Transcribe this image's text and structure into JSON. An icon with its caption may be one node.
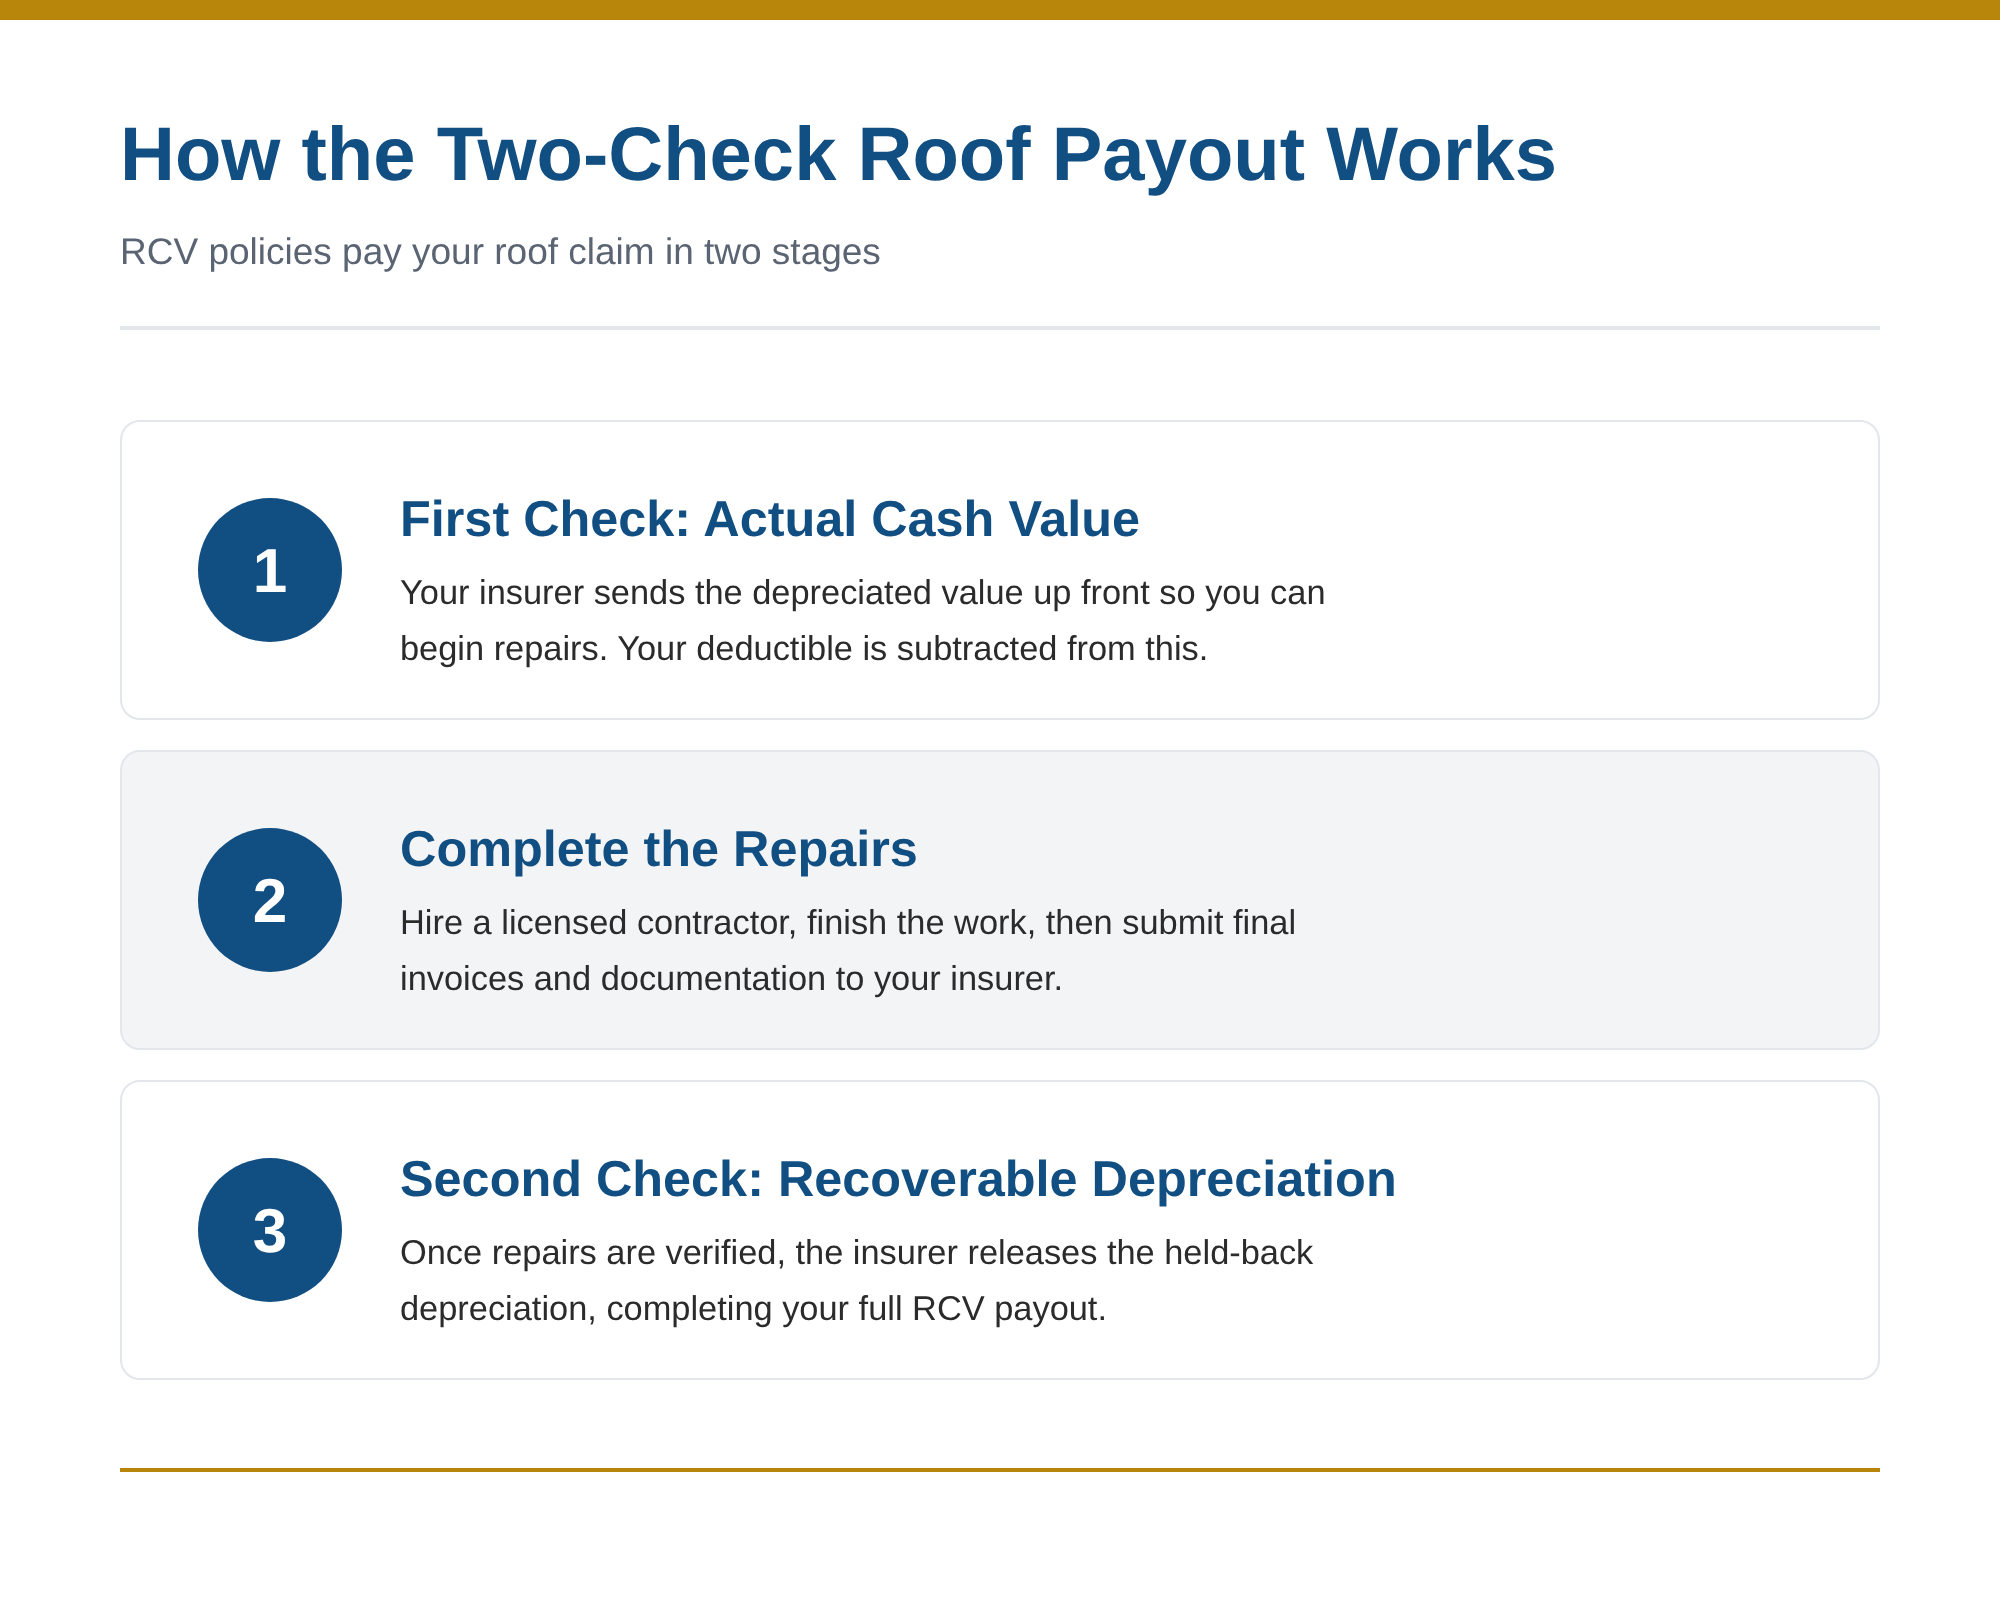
{
  "diagram": {
    "title": "How the Two-Check Roof Payout Works",
    "nodes": [
      {
        "text": [
          "First Check: Actual Cash Value",
          "Your insurer sends the depreciated value up front so you can begin repairs. Your deductible is subtracted from this."
        ]
      },
      {
        "text": [
          "1"
        ],
        "in": 0
      },
      {
        "text": [
          "Complete the Repairs",
          "Hire a licensed contractor, finish the work, then submit final invoices and documentation to your insurer."
        ]
      },
      {
        "text": [
          "2"
        ],
        "in": 2
      },
      {
        "text": [
          "Second Check: Recoverable Depreciation",
          "Once repairs are verified, the insurer releases the held-back depreciation, completing your full RCV payout."
        ]
      },
      {
        "text": [
          "3"
        ],
        "in": 4
      }
    ],
    "edges": [],
    "labels": [
      "RCV policies pay your roof claim in two stages"
    ]
  }
}
